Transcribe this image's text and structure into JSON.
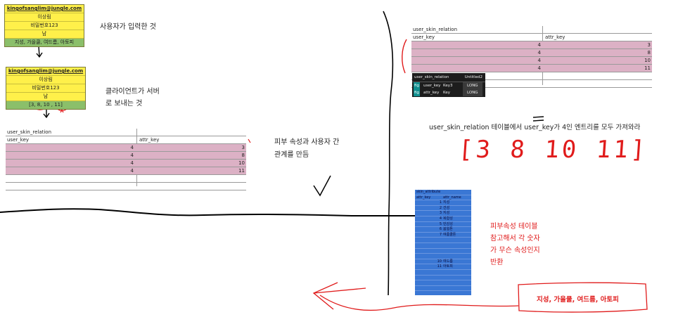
{
  "card1": {
    "email": "kingofsanglim@jungle.com",
    "name": "이상림",
    "password": "비밀번호123",
    "gender": "남",
    "attributes": "지성, 가을쿨, 여드름, 아토피"
  },
  "card2": {
    "email": "kingofsanglim@jungle.com",
    "name": "이상림",
    "password": "비밀번호123",
    "gender": "남",
    "attributes": "[3, 8, 10 , 11]"
  },
  "notes": {
    "user_input": "사용자가 입력한 것",
    "client_sends_1": "클라이언트가 서버",
    "client_sends_2": "로 보내는 것",
    "relation_1": "피부 속성과 사용자 간",
    "relation_2": "관계를 만듬",
    "query": "user_skin_relation 테이블에서 user_key가 4인 엔트리를 모두 가져와라",
    "red_1": "피부속성 테이블",
    "red_2": "참고해서 각 숫자",
    "red_3": "가 무슨 속성인지",
    "red_4": "반환",
    "handwritten_ids": "[3  8  10  11]",
    "result": "지성, 가을쿨, 여드름, 아토피",
    "left_mark": "~~ H"
  },
  "sheet_left": {
    "title": "user_skin_relation",
    "col1": "user_key",
    "col2": "attr_key",
    "rows": [
      {
        "user_key": "4",
        "attr_key": "3"
      },
      {
        "user_key": "4",
        "attr_key": "8"
      },
      {
        "user_key": "4",
        "attr_key": "10"
      },
      {
        "user_key": "4",
        "attr_key": "11"
      }
    ]
  },
  "sheet_right": {
    "title": "user_skin_relation",
    "col1": "user_key",
    "col2": "attr_key",
    "rows": [
      {
        "user_key": "4",
        "attr_key": "3"
      },
      {
        "user_key": "4",
        "attr_key": "8"
      },
      {
        "user_key": "4",
        "attr_key": "10"
      },
      {
        "user_key": "4",
        "attr_key": "11"
      }
    ]
  },
  "db_table": {
    "name": "user_skin_relation",
    "tab": "Untitled2",
    "fields": [
      {
        "tag": "fig",
        "name": "user_key",
        "col": "Key3",
        "type": "LONG"
      },
      {
        "tag": "fig",
        "name": "attr_key",
        "col": "Key",
        "type": "LONG"
      }
    ]
  },
  "blue_table": {
    "title": "skin_attribute",
    "col1": "attr_key",
    "col2": "attr_name",
    "rows": [
      {
        "k": "1",
        "v": "지성"
      },
      {
        "k": "2",
        "v": "건성"
      },
      {
        "k": "3",
        "v": "지성"
      },
      {
        "k": "4",
        "v": "복합성"
      },
      {
        "k": "5",
        "v": "민감성"
      },
      {
        "k": "6",
        "v": "봄웜톤"
      },
      {
        "k": "7",
        "v": "여름쿨톤"
      },
      {
        "k": "",
        "v": ""
      },
      {
        "k": "",
        "v": ""
      },
      {
        "k": "",
        "v": ""
      },
      {
        "k": "",
        "v": ""
      },
      {
        "k": "10",
        "v": "여드름"
      },
      {
        "k": "11",
        "v": "아토피"
      }
    ]
  },
  "colors": {
    "yellow": "#fff04a",
    "green": "#8bbf6a",
    "pink": "#dcb1c5",
    "blue": "#3a77d4",
    "red": "#e01b1b"
  }
}
